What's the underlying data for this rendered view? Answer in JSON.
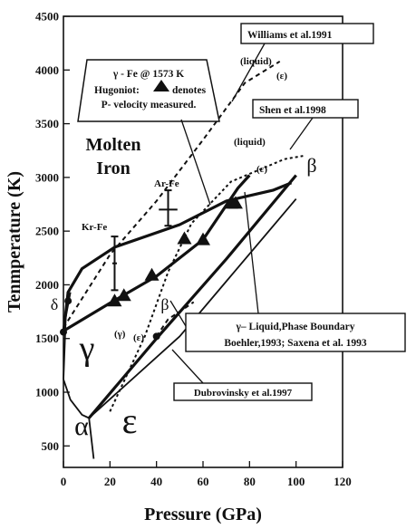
{
  "chart_data": {
    "type": "line",
    "title": "",
    "xlabel": "Pressure (GPa)",
    "ylabel": "Tenmperature (K)",
    "xlim": [
      0,
      120
    ],
    "ylim": [
      300,
      4500
    ],
    "xticks": [
      0,
      20,
      40,
      60,
      80,
      100,
      120
    ],
    "yticks": [
      500,
      1000,
      1500,
      2000,
      2500,
      3000,
      3500,
      4000,
      4500
    ],
    "series": [
      {
        "style": "solid-thick",
        "points": [
          [
            0,
            1550
          ],
          [
            2,
            1930
          ],
          [
            8,
            2150
          ],
          [
            22,
            2350
          ],
          [
            50,
            2560
          ],
          [
            70,
            2780
          ],
          [
            90,
            2880
          ],
          [
            98,
            2950
          ]
        ]
      },
      {
        "style": "solid-thick",
        "points": [
          [
            0,
            1570
          ],
          [
            20,
            1830
          ],
          [
            40,
            2080
          ],
          [
            60,
            2420
          ],
          [
            75,
            2900
          ],
          [
            80,
            3020
          ]
        ]
      },
      {
        "style": "solid",
        "points": [
          [
            0,
            1120
          ],
          [
            1,
            1700
          ],
          [
            3,
            1930
          ]
        ]
      },
      {
        "style": "solid",
        "points": [
          [
            0,
            1120
          ],
          [
            3,
            930
          ],
          [
            8,
            790
          ],
          [
            11,
            760
          ]
        ]
      },
      {
        "style": "solid",
        "points": [
          [
            11,
            760
          ],
          [
            13,
            380
          ]
        ]
      },
      {
        "style": "solid-thick",
        "points": [
          [
            11,
            760
          ],
          [
            40,
            1500
          ],
          [
            70,
            2240
          ],
          [
            100,
            3020
          ]
        ]
      },
      {
        "style": "solid",
        "points": [
          [
            11,
            760
          ],
          [
            50,
            1520
          ],
          [
            100,
            2800
          ]
        ]
      },
      {
        "style": "dashed",
        "points": [
          [
            0,
            1600
          ],
          [
            20,
            2280
          ],
          [
            40,
            2780
          ],
          [
            60,
            3350
          ],
          [
            78,
            3880
          ],
          [
            93,
            4080
          ]
        ]
      },
      {
        "style": "dotted",
        "points": [
          [
            20,
            820
          ],
          [
            35,
            1520
          ],
          [
            45,
            2120
          ],
          [
            55,
            2570
          ],
          [
            72,
            2960
          ],
          [
            95,
            3170
          ],
          [
            103,
            3200
          ]
        ]
      },
      {
        "style": "dashed",
        "points": [
          [
            40,
            1520
          ],
          [
            45,
            1680
          ],
          [
            52,
            1780
          ],
          [
            56,
            1840
          ]
        ]
      }
    ],
    "markers": [
      {
        "shape": "triangle",
        "x": 22,
        "y": 1850
      },
      {
        "shape": "triangle",
        "x": 26,
        "y": 1900
      },
      {
        "shape": "triangle",
        "x": 38,
        "y": 2090
      },
      {
        "shape": "triangle",
        "x": 52,
        "y": 2430
      },
      {
        "shape": "triangle",
        "x": 60,
        "y": 2420
      },
      {
        "shape": "triangle",
        "x": 72,
        "y": 2760
      },
      {
        "shape": "triangle",
        "x": 74,
        "y": 2760
      },
      {
        "shape": "circle",
        "x": 40,
        "y": 1520
      },
      {
        "shape": "circle",
        "x": 0,
        "y": 1560
      },
      {
        "shape": "circle",
        "x": 2,
        "y": 1850
      }
    ],
    "errorbars": [
      {
        "label": "Ar-Fe",
        "x": 45,
        "y": 2700,
        "ylow": 2550,
        "yhigh": 2880,
        "xlow": 41,
        "xhigh": 49
      },
      {
        "label": "Kr-Fe",
        "x": 22,
        "y": 2200,
        "ylow": 1950,
        "yhigh": 2450,
        "xlow": 21,
        "xhigh": 23
      }
    ],
    "phase_labels": {
      "molten": "Molten\nIron",
      "gamma": "γ",
      "alpha": "α",
      "epsilon": "ε",
      "beta": "β",
      "beta_small": "β",
      "delta": "δ"
    },
    "annotations": {
      "williams": "Williams et al.1991",
      "williams_liquid": "(liquid)",
      "williams_eps": "(ε)",
      "shen": "Shen et al.1998",
      "shen_liquid": "(liquid)",
      "shen_eps": "(ε)",
      "gamma_box_line1": "γ - Fe @ 1573 K",
      "gamma_box_line2": "Hugoniot:",
      "gamma_box_line2b": "denotes",
      "gamma_box_line3": "P- velocity measured.",
      "ar_fe": "Ar-Fe",
      "kr_fe": "Kr-Fe",
      "gamma_paren": "(γ)",
      "eps_paren": "(ε)",
      "boehler_line1": "γ– Liquid,Phase Boundary",
      "boehler_line2": "Boehler,1993; Saxena et al. 1993",
      "dubrovinsky": "Dubrovinsky et al.1997"
    }
  }
}
